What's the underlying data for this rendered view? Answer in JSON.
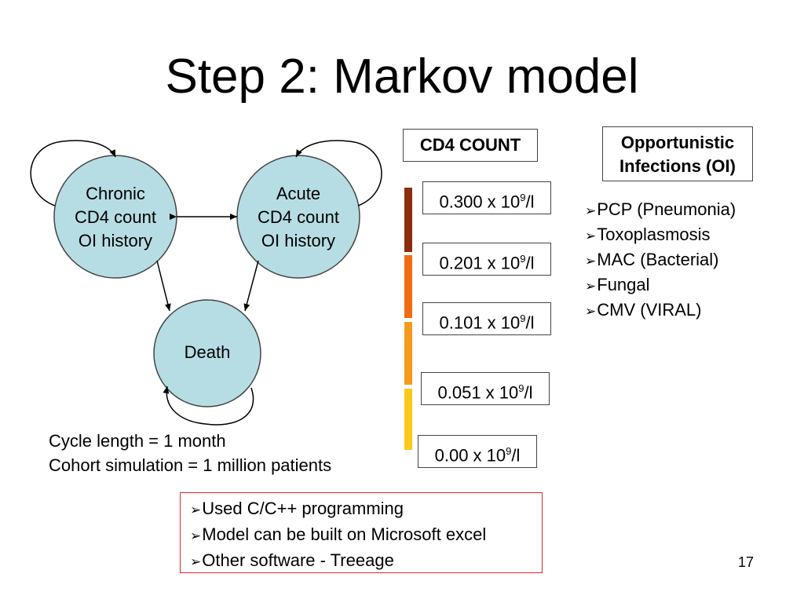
{
  "title": "Step 2: Markov model",
  "states": {
    "chronic": [
      "Chronic",
      "CD4 count",
      "OI history"
    ],
    "acute": [
      "Acute",
      "CD4 count",
      "OI history"
    ],
    "death": "Death"
  },
  "cd4": {
    "header": "CD4 COUNT",
    "levels": [
      {
        "value": "0.300 x 10",
        "exp": "9",
        "unit": "/l"
      },
      {
        "value": "0.201 x 10",
        "exp": "9",
        "unit": "/l"
      },
      {
        "value": "0.101 x 10",
        "exp": "9",
        "unit": "/l"
      },
      {
        "value": "0.051 x 10",
        "exp": "9",
        "unit": "/l"
      },
      {
        "value": "0.00 x 10",
        "exp": "9",
        "unit": "/l"
      }
    ],
    "bar_colors": [
      "#8b2d0e",
      "#f26a12",
      "#f59a1b",
      "#fbc81a"
    ]
  },
  "oi": {
    "header_line1": "Opportunistic",
    "header_line2": "Infections (OI)",
    "items": [
      "PCP (Pneumonia)",
      "Toxoplasmosis",
      "MAC (Bacterial)",
      "Fungal",
      "CMV (VIRAL)"
    ]
  },
  "cycle": {
    "line1": "Cycle length = 1 month",
    "line2": "Cohort simulation = 1 million patients"
  },
  "notes": [
    "Used C/C++ programming",
    "Model can be built on Microsoft excel",
    "Other software - Treeage"
  ],
  "page_number": "17",
  "colors": {
    "node_fill": "#b7dde4",
    "note_border": "#d42a2a"
  }
}
